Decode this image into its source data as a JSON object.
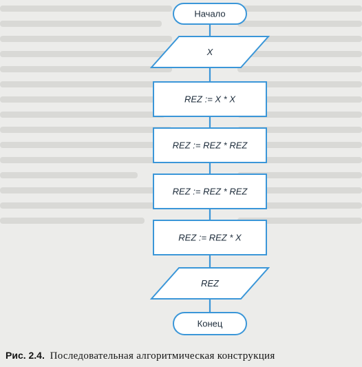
{
  "flowchart": {
    "nodes": [
      {
        "id": "start",
        "shape": "terminal",
        "label": "Начало",
        "italic": false
      },
      {
        "id": "input",
        "shape": "io",
        "label": "X",
        "italic": true
      },
      {
        "id": "p1",
        "shape": "process",
        "label": "REZ := X * X",
        "italic": true
      },
      {
        "id": "p2",
        "shape": "process",
        "label": "REZ := REZ * REZ",
        "italic": true
      },
      {
        "id": "p3",
        "shape": "process",
        "label": "REZ := REZ * REZ",
        "italic": true
      },
      {
        "id": "p4",
        "shape": "process",
        "label": "REZ := REZ * X",
        "italic": true
      },
      {
        "id": "output",
        "shape": "io",
        "label": "REZ",
        "italic": true
      },
      {
        "id": "end",
        "shape": "terminal",
        "label": "Конец",
        "italic": false
      }
    ],
    "stroke_color": "#3a96d8",
    "fill_color": "#ffffff"
  },
  "caption": {
    "number": "Рис. 2.4.",
    "text": "Последовательная алгоритмическая конструкция"
  }
}
